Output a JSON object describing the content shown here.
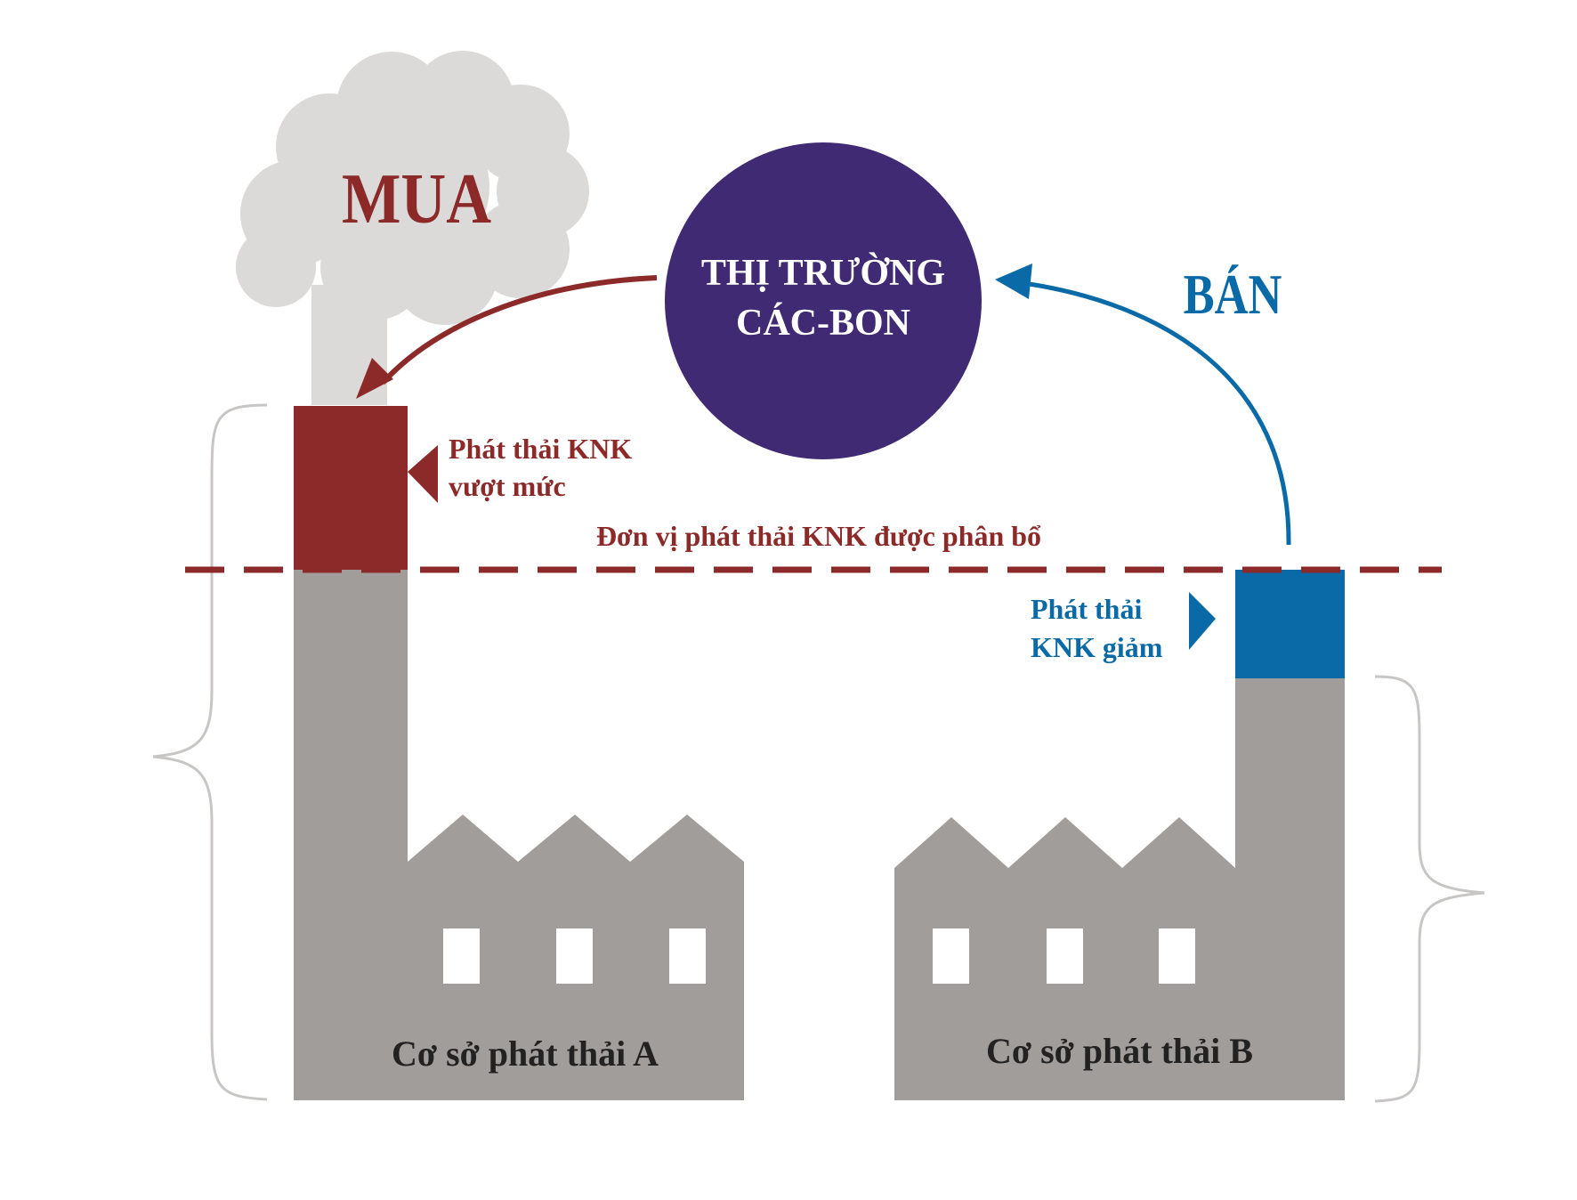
{
  "labels": {
    "buy": "MUA",
    "sell": "BÁN",
    "market_line1": "THỊ TRƯỜNG",
    "market_line2": "CÁC-BON",
    "excess_line1": "Phát thải KNK",
    "excess_line2": "vượt mức",
    "allocated": "Đơn vị phát thải KNK được phân bổ",
    "reduced_line1": "Phát thải",
    "reduced_line2": "KNK giảm",
    "facility_a": "Cơ sở phát thải A",
    "facility_b": "Cơ sở phát thải B"
  },
  "colors": {
    "excess_red": "#8b2a28",
    "reduced_blue": "#0a6aa8",
    "market_purple": "#3f2a73",
    "factory_gray": "#a19d9b",
    "cloud_gray": "#dcdad9",
    "brace_gray": "#c8c6c5",
    "text_dark": "#222222"
  }
}
